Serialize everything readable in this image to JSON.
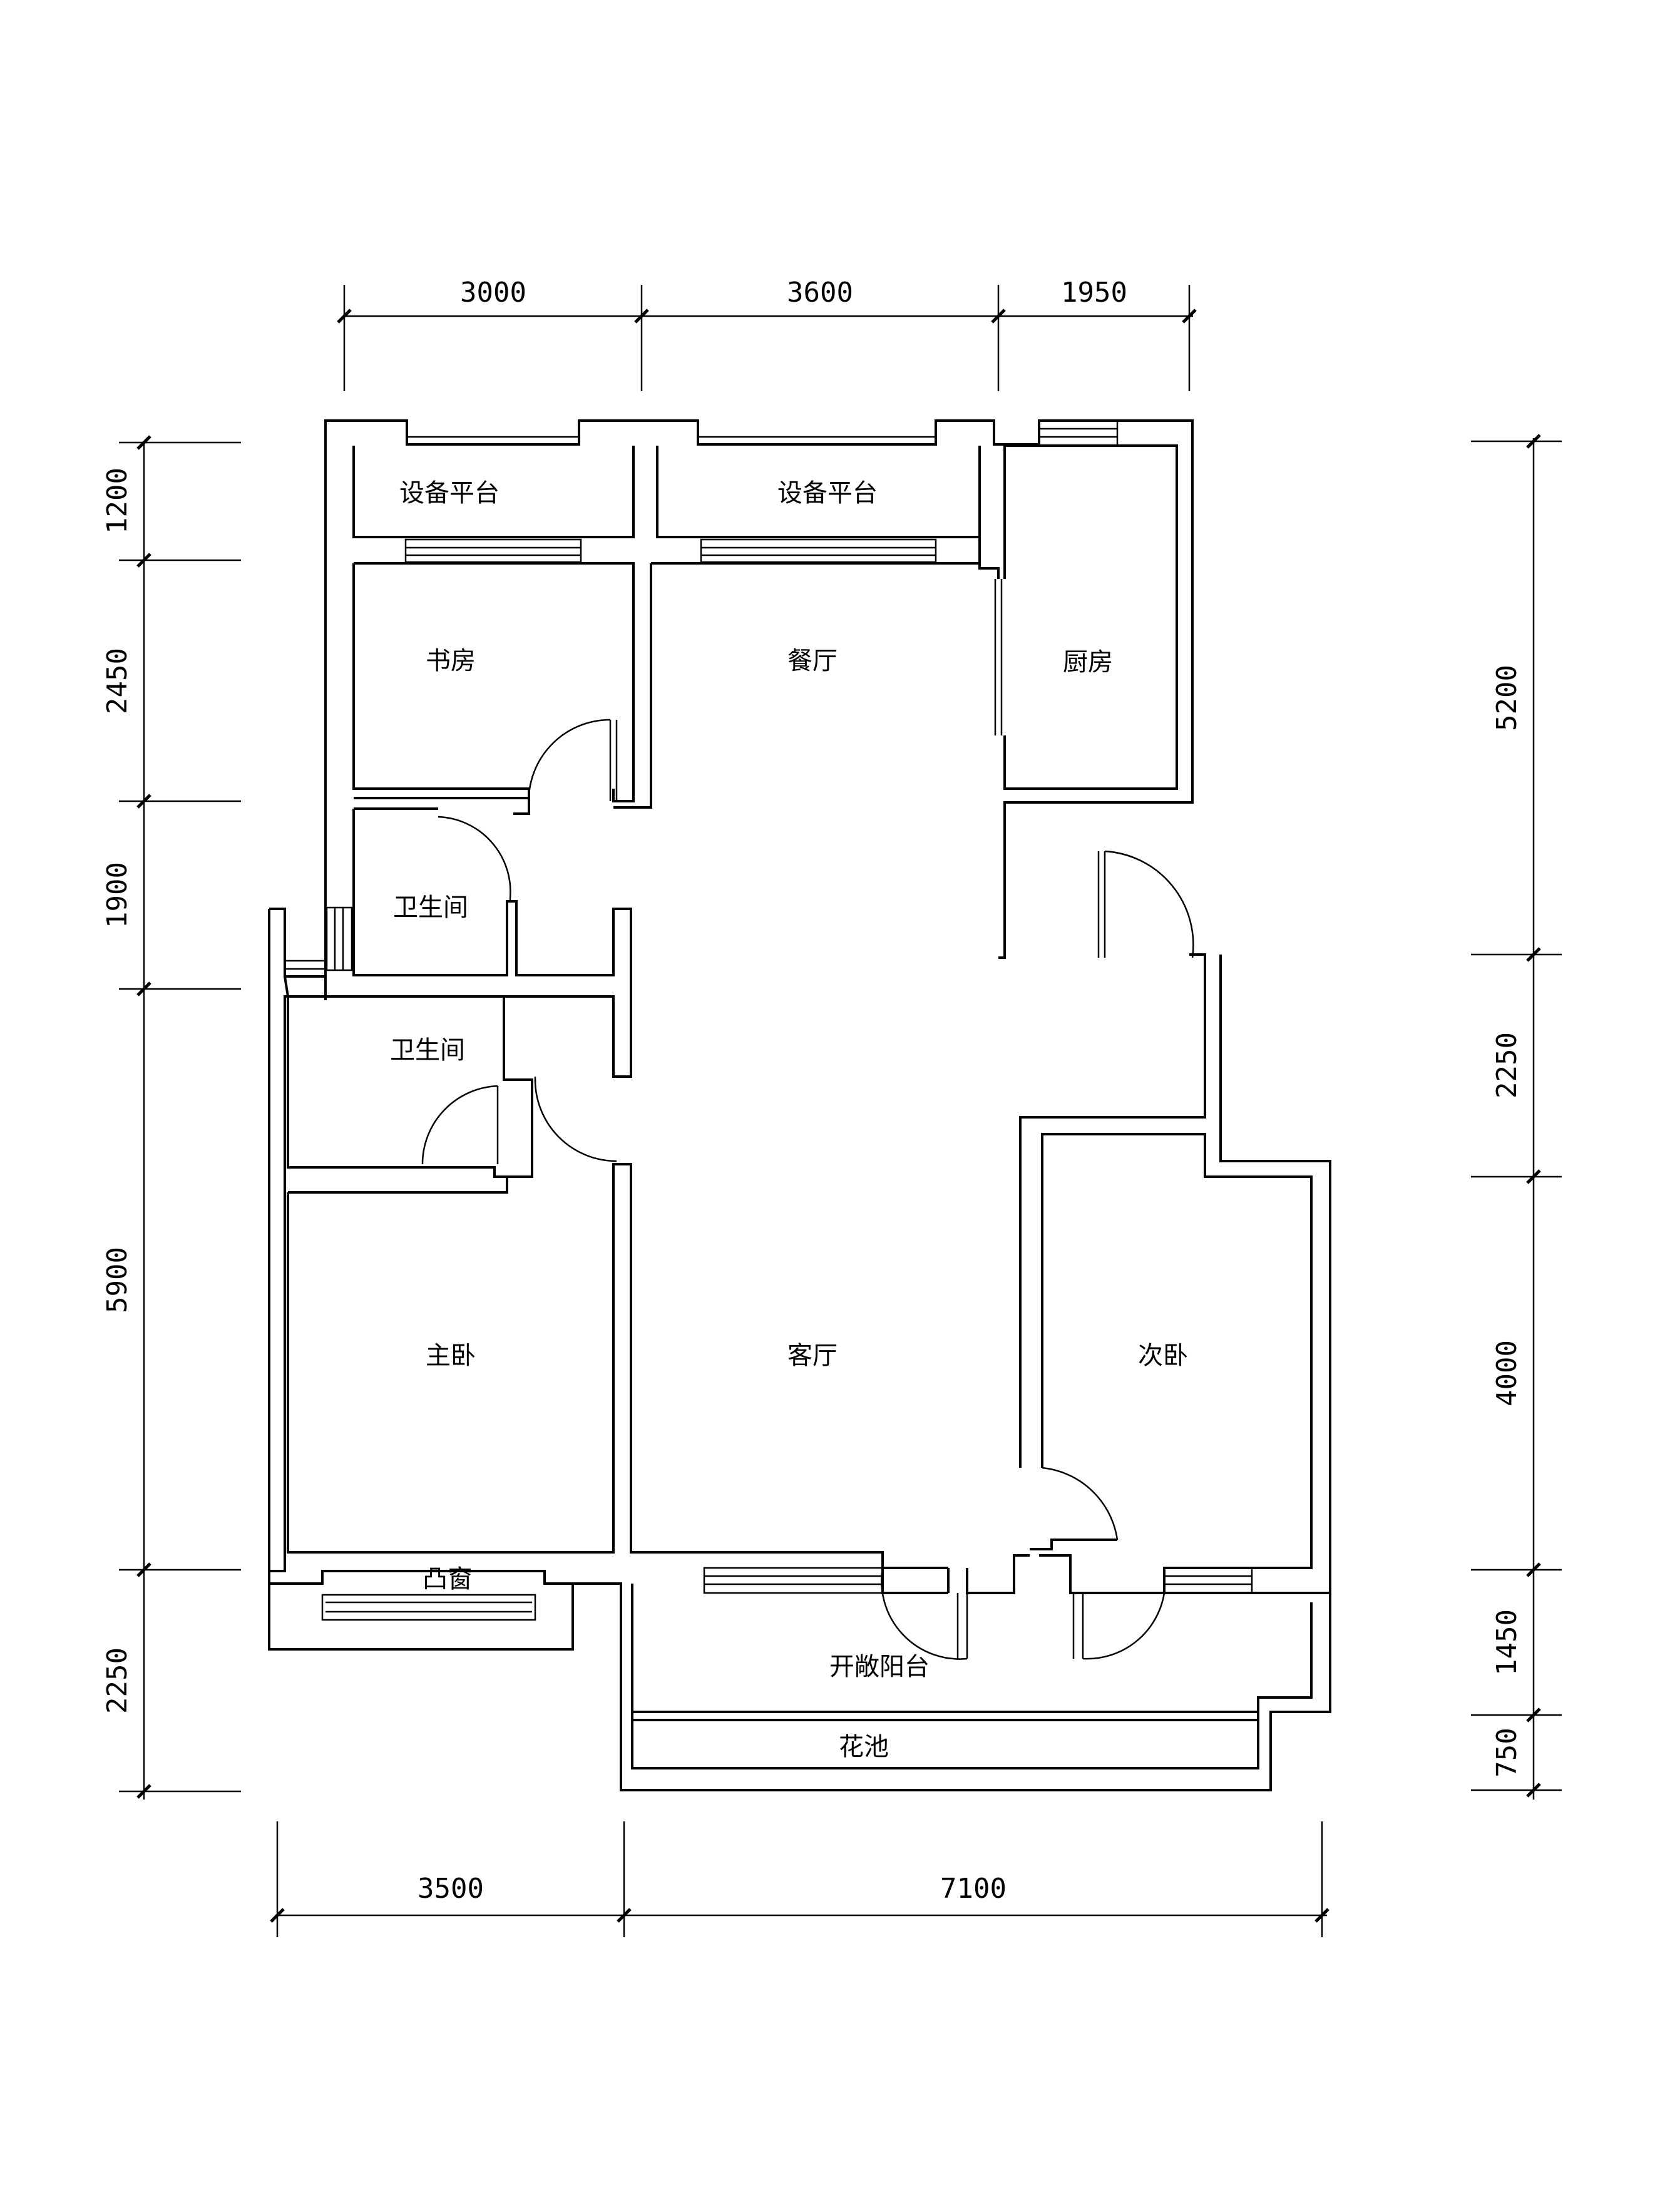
{
  "rooms": {
    "equipment_platform_left": "设备平台",
    "equipment_platform_mid": "设备平台",
    "study": "书房",
    "dining": "餐厅",
    "kitchen": "厨房",
    "bathroom_1": "卫生间",
    "bathroom_2": "卫生间",
    "master_bedroom": "主卧",
    "living_room": "客厅",
    "second_bedroom": "次卧",
    "bay_window": "凸窗",
    "open_balcony": "开敞阳台",
    "flower_bed": "花池"
  },
  "dimensions": {
    "top": [
      "3000",
      "3600",
      "1950"
    ],
    "bottom": [
      "3500",
      "7100"
    ],
    "left": [
      "1200",
      "2450",
      "1900",
      "5900",
      "2250"
    ],
    "right": [
      "5200",
      "2250",
      "4000",
      "1450",
      "750"
    ]
  }
}
